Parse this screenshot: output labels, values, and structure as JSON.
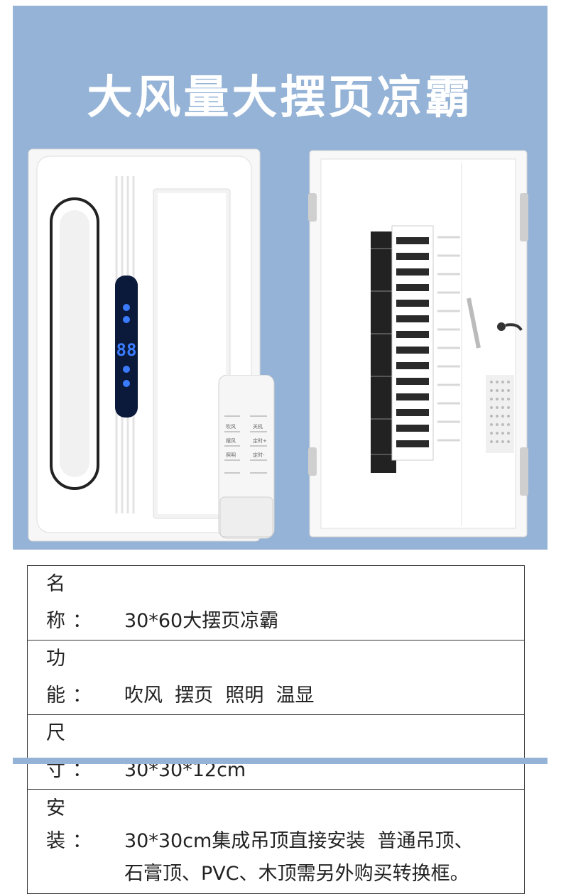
{
  "title": "大风量大摆页凉霸",
  "remote": {
    "buttons": [
      "吹风",
      "关机",
      "摆风",
      "定时+",
      "照明",
      "定时-"
    ]
  },
  "display": {
    "digits": "88"
  },
  "specs": [
    {
      "label": "名 称：",
      "value": "30*60大摆页凉霸"
    },
    {
      "label": "功 能：",
      "value": "吹风  摆页  照明  温显"
    },
    {
      "label": "尺 寸：",
      "value": "30*30*12cm"
    },
    {
      "label": "安 装：",
      "value": "30*30cm集成吊顶直接安装  普通吊顶、",
      "value2": "石膏顶、PVC、木顶需另外购买转换框。"
    }
  ],
  "colors": {
    "background": "#95b3d6",
    "panel": "#f4f4f4",
    "display": "#0b1a3a",
    "led": "#3a7bff"
  }
}
